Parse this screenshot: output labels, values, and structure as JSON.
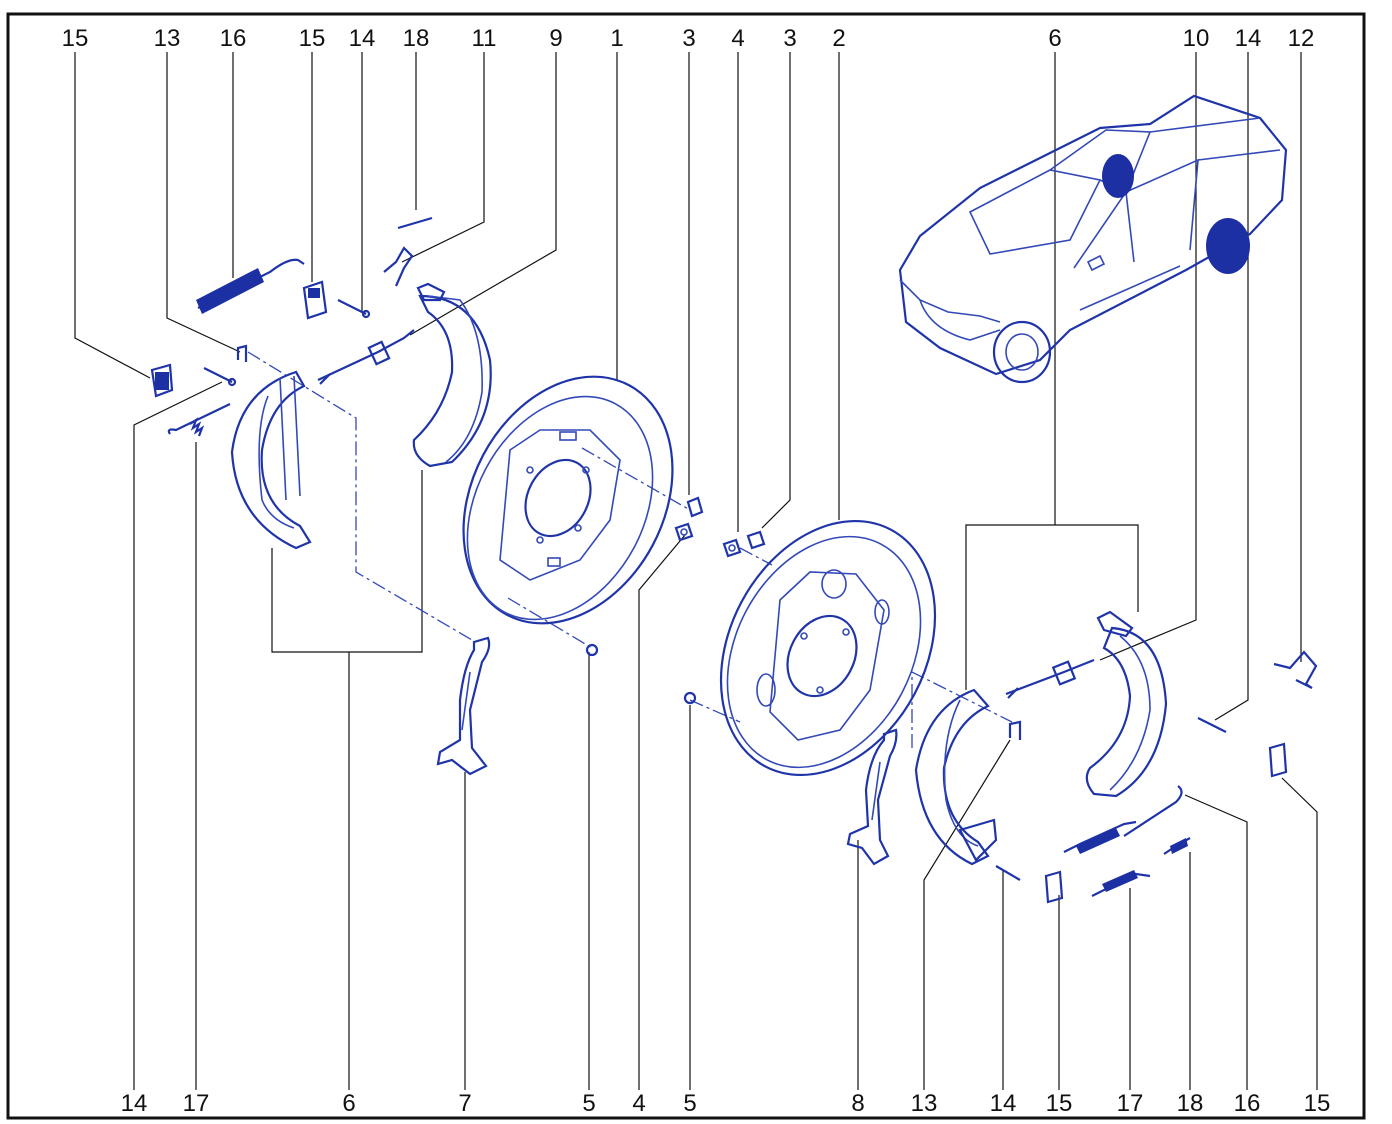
{
  "diagram": {
    "top_labels": [
      "15",
      "13",
      "16",
      "15",
      "14",
      "18",
      "11",
      "9",
      "1",
      "3",
      "4",
      "3",
      "2",
      "6",
      "10",
      "14",
      "12"
    ],
    "bottom_labels": [
      "14",
      "17",
      "6",
      "7",
      "5",
      "4",
      "5",
      "8",
      "13",
      "14",
      "15",
      "17",
      "18",
      "16",
      "15"
    ]
  },
  "colors": {
    "line": "#3349b8",
    "dark": "#1c2fa3",
    "frame": "#111111",
    "background": "#ffffff"
  }
}
